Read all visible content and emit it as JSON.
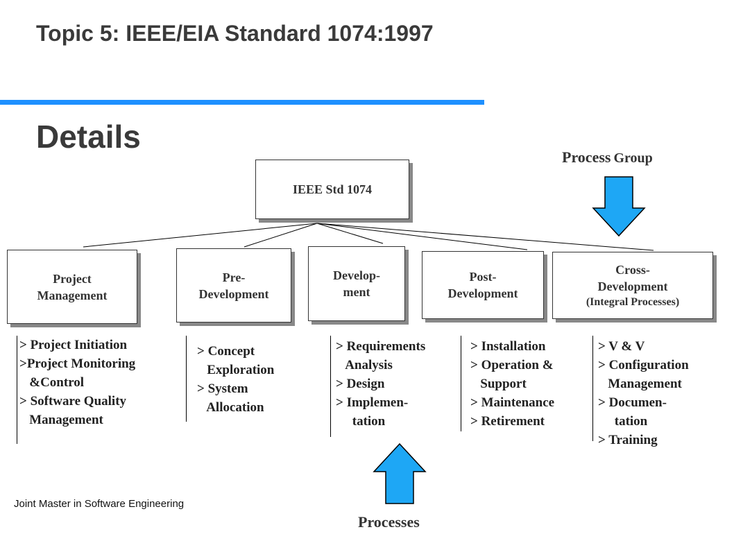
{
  "title": "Topic 5: IEEE/EIA Standard 1074:1997",
  "subtitle": "Details",
  "accent_color": "#1e90ff",
  "arrow_color": "#1ea7f5",
  "process_group_label": {
    "word1": "Process",
    "word2": "Group"
  },
  "processes_label": "Processes",
  "root_box": "IEEE Std 1074",
  "groups": [
    {
      "label_lines": [
        "Project",
        "Management"
      ],
      "processes": [
        "> Project Initiation",
        ">Project Monitoring",
        "   &Control",
        "> Software Quality",
        "   Management"
      ]
    },
    {
      "label_lines": [
        "Pre-",
        "Development"
      ],
      "processes": [
        "> Concept",
        "   Exploration",
        "> System",
        "   Allocation"
      ]
    },
    {
      "label_lines": [
        "Develop-",
        "ment"
      ],
      "processes": [
        "> Requirements",
        "   Analysis",
        "> Design",
        "> Implemen-",
        "     tation"
      ]
    },
    {
      "label_lines": [
        "Post-",
        "Development"
      ],
      "processes": [
        "> Installation",
        "> Operation &",
        "   Support",
        "> Maintenance",
        "> Retirement"
      ]
    },
    {
      "label_lines": [
        "Cross-",
        "Development"
      ],
      "label_sub": "(Integral Processes)",
      "processes": [
        "> V & V",
        "> Configuration",
        "   Management",
        "> Documen-",
        "     tation",
        "> Training"
      ]
    }
  ],
  "footer": "Joint Master in Software Engineering",
  "icons": {
    "down_arrow": "down-arrow-icon",
    "up_arrow": "up-arrow-icon"
  }
}
